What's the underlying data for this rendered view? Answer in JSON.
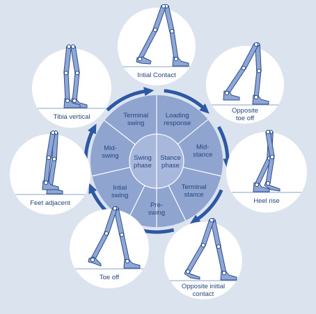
{
  "diagram": {
    "colors": {
      "background": "#dbe3ef",
      "wheel_fill": "#8fa4cf",
      "wheel_lines": "#ffffff",
      "inner_fill": "#a7b8dc",
      "arrow": "#2f58a4",
      "leg_fill": "#8fa7d6",
      "leg_stroke": "#2c4d8a",
      "ground": "#8aa0c8",
      "circle_fill": "#ffffff",
      "text": "#24467e"
    },
    "center": {
      "swing_phase": [
        "Swing",
        "phase"
      ],
      "stance_phase": [
        "Stance",
        "phase"
      ]
    },
    "wheel_segments": [
      [
        "Loading",
        "response"
      ],
      [
        "Mid-",
        "stance"
      ],
      [
        "Terminal",
        "stance"
      ],
      [
        "Pre-",
        "swing"
      ],
      [
        "Intial",
        "swing"
      ],
      [
        "Mid-",
        "swing"
      ],
      [
        "Terminal",
        "swing"
      ]
    ],
    "gait_events": [
      {
        "label": [
          "Intial Contact"
        ],
        "icon": "leg-initial-contact-icon"
      },
      {
        "label": [
          "Opposite",
          "toe off"
        ],
        "icon": "leg-opposite-toe-off-icon"
      },
      {
        "label": [
          "Heel rise"
        ],
        "icon": "leg-heel-rise-icon"
      },
      {
        "label": [
          "Opposite initial",
          "contact"
        ],
        "icon": "leg-opposite-initial-contact-icon"
      },
      {
        "label": [
          "Toe off"
        ],
        "icon": "leg-toe-off-icon"
      },
      {
        "label": [
          "Feet adjacent"
        ],
        "icon": "leg-feet-adjacent-icon"
      },
      {
        "label": [
          "Tibia vertical"
        ],
        "icon": "leg-tibia-vertical-icon"
      }
    ]
  }
}
